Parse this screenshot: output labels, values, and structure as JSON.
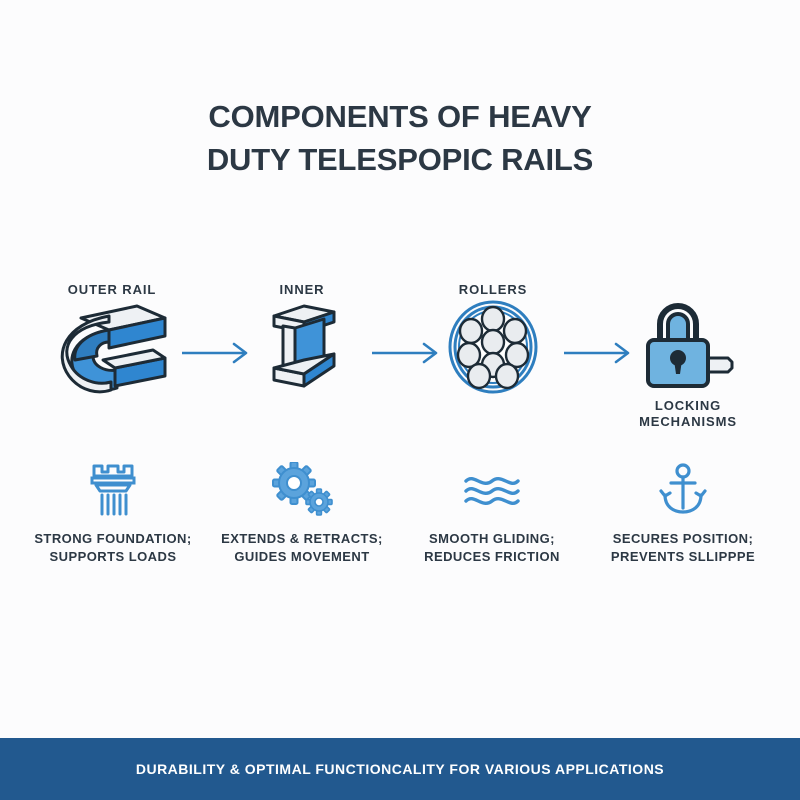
{
  "title": {
    "line1": "COMPONENTS OF HEAVY",
    "line2": "DUTY TELESPOPIC RAILS"
  },
  "steps": [
    {
      "label": "OUTER RAIL",
      "icon": "c-channel-rail-icon",
      "label_position": "above"
    },
    {
      "label": "INNER",
      "icon": "i-beam-rail-icon",
      "label_position": "above"
    },
    {
      "label": "ROLLERS",
      "icon": "ball-bearing-rollers-icon",
      "label_position": "above"
    },
    {
      "label_line1": "LOCKING",
      "label_line2": "MECHANISMS",
      "icon": "padlock-key-icon",
      "label_position": "below"
    }
  ],
  "arrows": [
    {
      "icon": "arrow-right-icon"
    },
    {
      "icon": "arrow-right-icon"
    },
    {
      "icon": "arrow-right-icon"
    }
  ],
  "benefits": [
    {
      "icon": "column-pillar-icon",
      "line1": "STRONG FOUNDATION;",
      "line2": "SUPPORTS LOADS"
    },
    {
      "icon": "gears-icon",
      "line1": "EXTENDS & RETRACTS;",
      "line2": "GUIDES MOVEMENT"
    },
    {
      "icon": "waves-icon",
      "line1": "SMOOTH GLIDING;",
      "line2": "REDUCES FRICTION"
    },
    {
      "icon": "anchor-icon",
      "line1": "SECURES POSITION;",
      "line2": "PREVENTS SLLIPPPE"
    }
  ],
  "footer": {
    "text": "DURABILITY & OPTIMAL FUNCTIONCALITY FOR VARIOUS APPLICATIONS"
  },
  "colors": {
    "background": "#fcfcfd",
    "title_text": "#2c3844",
    "accent_blue": "#2e7ebf",
    "icon_blue": "#3f8fcf",
    "light_blue": "#6fb3e0",
    "metal_light": "#eef1f4",
    "outline_dark": "#1d2b36",
    "footer_band": "#22598f",
    "footer_text": "#ffffff"
  }
}
